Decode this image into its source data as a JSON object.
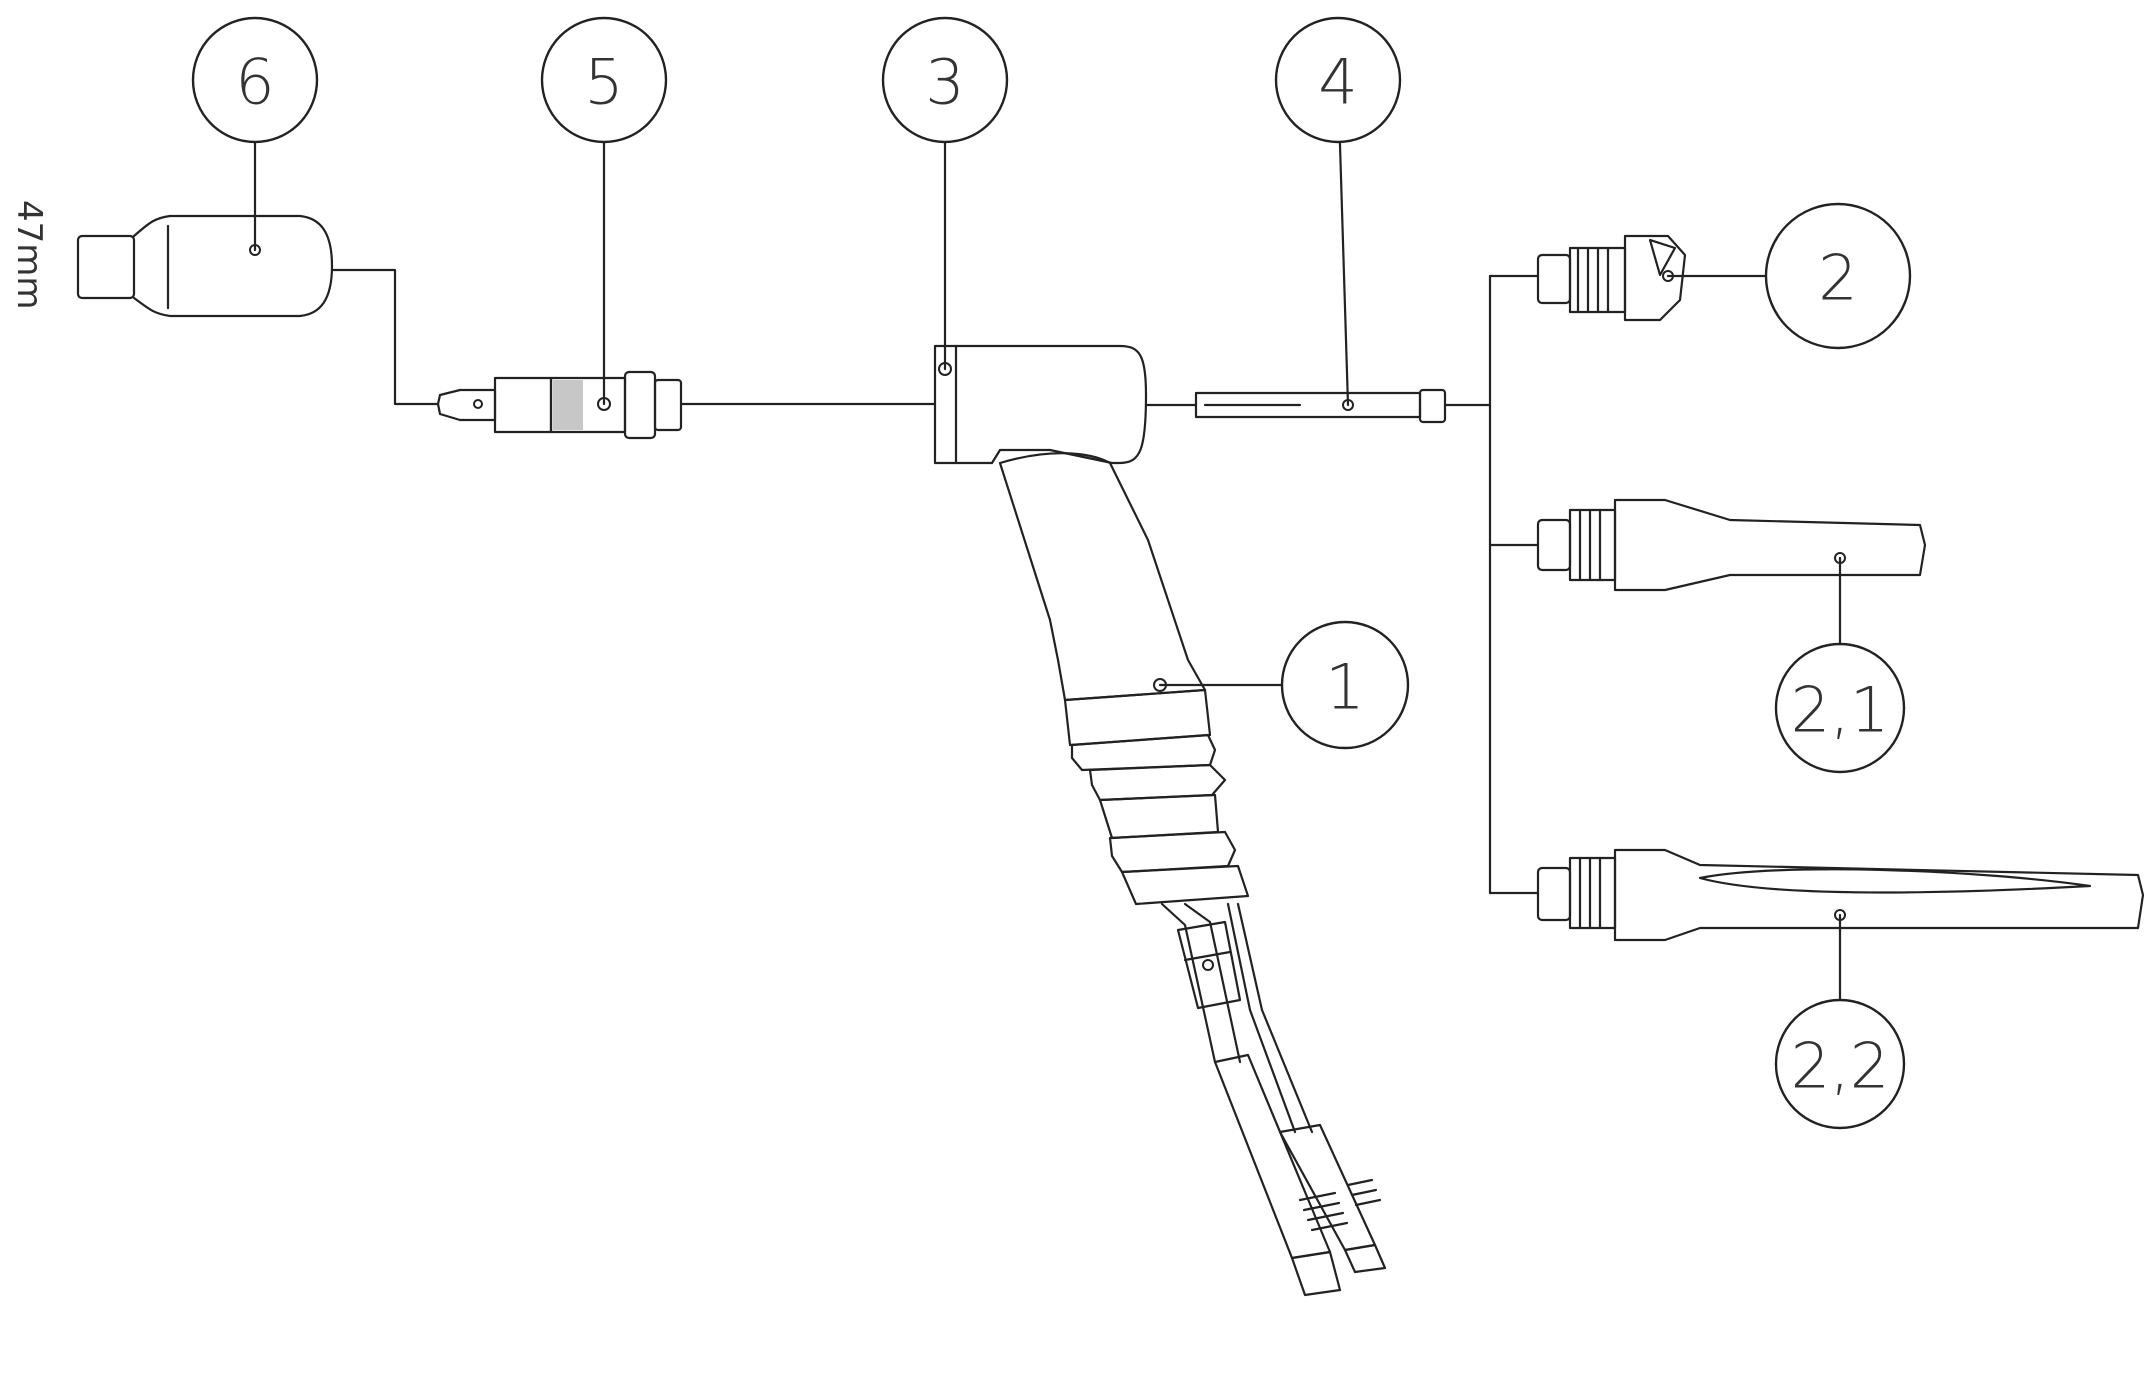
{
  "callouts": {
    "c6": "6",
    "c5": "5",
    "c3": "3",
    "c4": "4",
    "c2": "2",
    "c1": "1",
    "c21": "2,1",
    "c22": "2,2"
  },
  "side_label": "47mm",
  "colors": {
    "line": "#222222",
    "background": "#ffffff"
  }
}
